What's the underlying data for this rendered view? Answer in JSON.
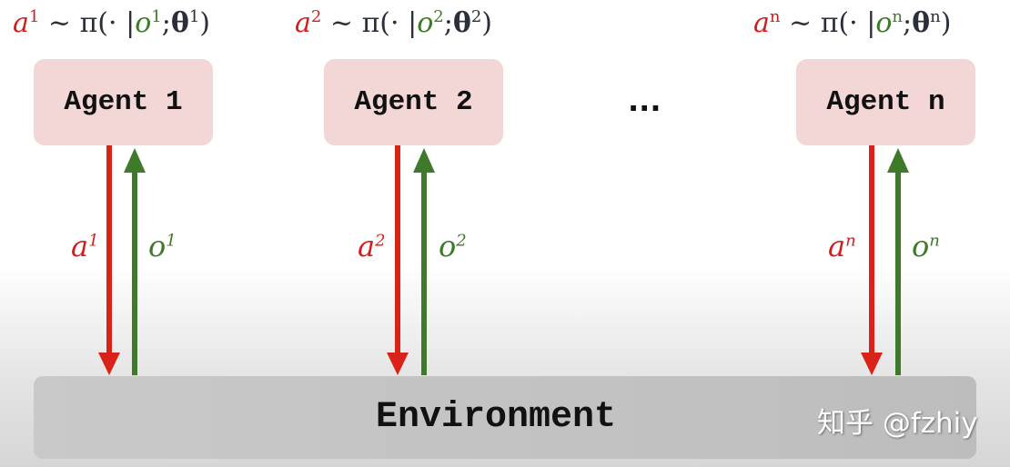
{
  "formulas": [
    {
      "action": "a",
      "sup": "1",
      "policy": "π(· |",
      "obs": "o",
      "obs_sup": "1",
      "param": "θ",
      "param_sup": "1"
    },
    {
      "action": "a",
      "sup": "2",
      "policy": "π(· |",
      "obs": "o",
      "obs_sup": "2",
      "param": "θ",
      "param_sup": "2"
    },
    {
      "action": "a",
      "sup": "n",
      "policy": "π(· |",
      "obs": "o",
      "obs_sup": "n",
      "param": "θ",
      "param_sup": "n"
    }
  ],
  "tilde": "~",
  "agents": [
    "Agent 1",
    "Agent 2",
    "Agent n"
  ],
  "ellipsis": "...",
  "arrow_labels": [
    {
      "action": "a",
      "action_sup": "1",
      "obs": "o",
      "obs_sup": "1"
    },
    {
      "action": "a",
      "action_sup": "2",
      "obs": "o",
      "obs_sup": "2"
    },
    {
      "action": "a",
      "action_sup": "n",
      "obs": "o",
      "obs_sup": "n"
    }
  ],
  "environment": "Environment",
  "watermark": "知乎 @fzhiy",
  "colors": {
    "action": "#d0201c",
    "observation": "#3f7a2a",
    "agent_box": "#f3d6d6",
    "environment_box": "#c4c4c4"
  }
}
